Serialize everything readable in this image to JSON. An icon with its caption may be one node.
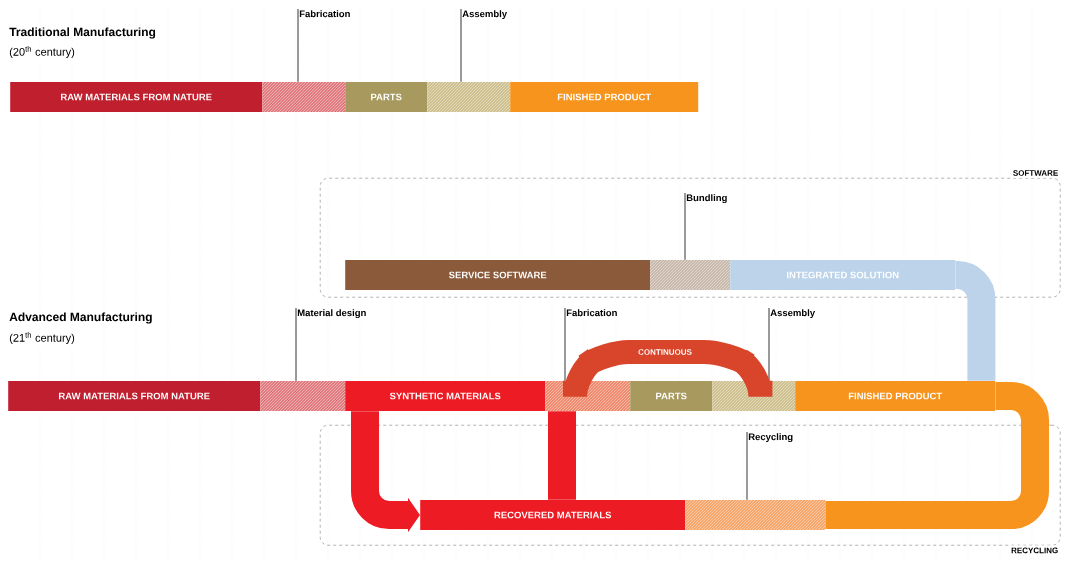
{
  "diagram": {
    "nodes": [
      {
        "text": [
          "RAW MATERIALS FROM NATURE"
        ]
      },
      {
        "text": [],
        "shape": "bar"
      },
      {
        "text": [
          "PARTS"
        ]
      },
      {
        "text": [],
        "shape": "bar"
      },
      {
        "text": [
          "FINISHED PRODUCT"
        ]
      },
      {
        "text": [
          "Fabrication"
        ]
      },
      {
        "text": [
          "Assembly"
        ]
      },
      {
        "text": [
          "SOFTWARE"
        ]
      },
      {
        "text": [
          "SERVICE SOFTWARE"
        ],
        "in": 7
      },
      {
        "text": [],
        "shape": "bar",
        "in": 7
      },
      {
        "text": [
          "INTEGRATED SOLUTION"
        ],
        "in": 7
      },
      {
        "text": [
          "Bundling"
        ],
        "in": 7
      },
      {
        "text": [
          "RAW MATERIALS FROM NATURE"
        ]
      },
      {
        "text": [],
        "shape": "bar"
      },
      {
        "text": [
          "SYNTHETIC MATERIALS"
        ]
      },
      {
        "text": [],
        "shape": "bar"
      },
      {
        "text": [
          "PARTS"
        ]
      },
      {
        "text": [],
        "shape": "bar"
      },
      {
        "text": [
          "FINISHED PRODUCT"
        ]
      },
      {
        "text": [
          "Material design"
        ]
      },
      {
        "text": [
          "Fabrication"
        ]
      },
      {
        "text": [
          "Assembly"
        ]
      },
      {
        "text": [
          "RECYCLING"
        ]
      },
      {
        "text": [
          "RECOVERED MATERIALS"
        ],
        "in": 22
      },
      {
        "text": [],
        "shape": "bar",
        "in": 22
      },
      {
        "text": [
          "Recycling"
        ],
        "in": 22
      }
    ],
    "edges": [
      {
        "from": 5,
        "to": 1,
        "arrow": "none"
      },
      {
        "from": 6,
        "to": 3,
        "arrow": "none"
      },
      {
        "from": 11,
        "to": 9,
        "arrow": "none"
      },
      {
        "from": 19,
        "to": 13,
        "arrow": "none"
      },
      {
        "from": 20,
        "to": 15,
        "arrow": "none"
      },
      {
        "from": 21,
        "to": 17,
        "arrow": "none"
      },
      {
        "from": 25,
        "to": 24,
        "arrow": "none"
      },
      {
        "from": 10,
        "to": 18,
        "arrow": "none",
        "style": "thick",
        "color": "#bcd3ea"
      },
      {
        "from": 15,
        "to": 17,
        "arrow": "none",
        "style": "thick",
        "color": "#d9452b",
        "label": "CONTINUOUS"
      },
      {
        "from": 18,
        "to": 24,
        "arrow": "none",
        "style": "thick",
        "color": "#f7941d"
      },
      {
        "from": 14,
        "to": 23,
        "arrow": "to",
        "style": "thick",
        "color": "#ed1c24"
      },
      {
        "from": 15,
        "to": 23,
        "arrow": "none",
        "style": "thick",
        "color": "#ed1c24"
      }
    ],
    "labels": [
      "Traditional Manufacturing",
      "(20$^{th}$ century)",
      "Advanced Manufacturing",
      "(21$^{th}$ century)"
    ]
  }
}
